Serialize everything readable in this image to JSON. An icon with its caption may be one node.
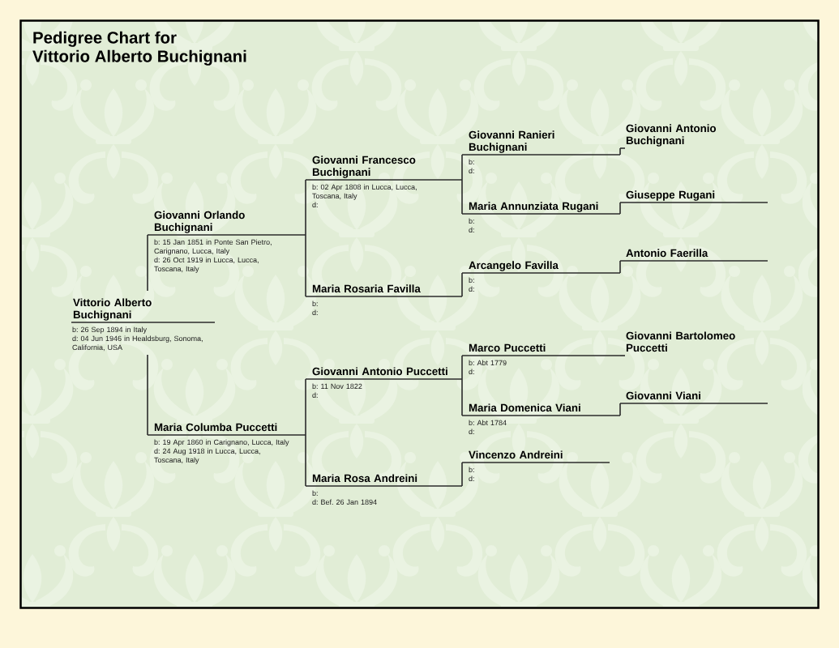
{
  "diagram": {
    "title": "Pedigree Chart for Vittorio Alberto Buchignani",
    "nodes": [
      {
        "text": [
          "Vittorio Alberto Buchignani",
          "b: 26 Sep 1894 in Italy",
          "d: 04 Jun 1946 in Healdsburg, Sonoma, California, USA"
        ]
      },
      {
        "text": [
          "Giovanni Orlando Buchignani",
          "b: 15 Jan 1851 in Ponte San Pietro, Carignano, Lucca, Italy",
          "d: 26 Oct 1919 in Lucca, Lucca, Toscana, Italy"
        ]
      },
      {
        "text": [
          "Maria Columba Puccetti",
          "b: 19 Apr 1860 in Carignano, Lucca, Italy",
          "d: 24 Aug 1918 in Lucca, Lucca, Toscana, Italy"
        ]
      },
      {
        "text": [
          "Giovanni Francesco Buchignani",
          "b: 02 Apr 1808 in Lucca, Lucca, Toscana, Italy",
          "d:"
        ]
      },
      {
        "text": [
          "Maria Rosaria Favilla",
          "b:",
          "d:"
        ]
      },
      {
        "text": [
          "Giovanni Antonio Puccetti",
          "b: 11 Nov 1822",
          "d:"
        ]
      },
      {
        "text": [
          "Maria Rosa Andreini",
          "b:",
          "d: Bef. 26 Jan 1894"
        ]
      },
      {
        "text": [
          "Giovanni Ranieri Buchignani",
          "b:",
          "d:"
        ]
      },
      {
        "text": [
          "Maria Annunziata Rugani",
          "b:",
          "d:"
        ]
      },
      {
        "text": [
          "Arcangelo Favilla",
          "b:",
          "d:"
        ]
      },
      {
        "text": [
          "Marco Puccetti",
          "b: Abt 1779",
          "d:"
        ]
      },
      {
        "text": [
          "Maria Domenica Viani",
          "b: Abt 1784",
          "d:"
        ]
      },
      {
        "text": [
          "Vincenzo Andreini",
          "b:",
          "d:"
        ]
      },
      {
        "text": [
          "Giovanni Antonio Buchignani"
        ]
      },
      {
        "text": [
          "Giuseppe Rugani"
        ]
      },
      {
        "text": [
          "Antonio Faerilla"
        ]
      },
      {
        "text": [
          "Giovanni Bartolomeo Puccetti"
        ]
      },
      {
        "text": [
          "Giovanni Viani"
        ]
      }
    ],
    "edges": [
      {
        "from": 0,
        "to": 1,
        "arrow": "none"
      },
      {
        "from": 0,
        "to": 2,
        "arrow": "none"
      },
      {
        "from": 1,
        "to": 3,
        "arrow": "none"
      },
      {
        "from": 1,
        "to": 4,
        "arrow": "none"
      },
      {
        "from": 2,
        "to": 5,
        "arrow": "none"
      },
      {
        "from": 2,
        "to": 6,
        "arrow": "none"
      },
      {
        "from": 3,
        "to": 7,
        "arrow": "none"
      },
      {
        "from": 3,
        "to": 8,
        "arrow": "none"
      },
      {
        "from": 4,
        "to": 9,
        "arrow": "none"
      },
      {
        "from": 5,
        "to": 10,
        "arrow": "none"
      },
      {
        "from": 5,
        "to": 11,
        "arrow": "none"
      },
      {
        "from": 6,
        "to": 12,
        "arrow": "none"
      },
      {
        "from": 7,
        "to": 13,
        "arrow": "none"
      },
      {
        "from": 8,
        "to": 14,
        "arrow": "none"
      },
      {
        "from": 9,
        "to": 15,
        "arrow": "none"
      },
      {
        "from": 10,
        "to": 16,
        "arrow": "none"
      },
      {
        "from": 11,
        "to": 17,
        "arrow": "none"
      }
    ]
  }
}
